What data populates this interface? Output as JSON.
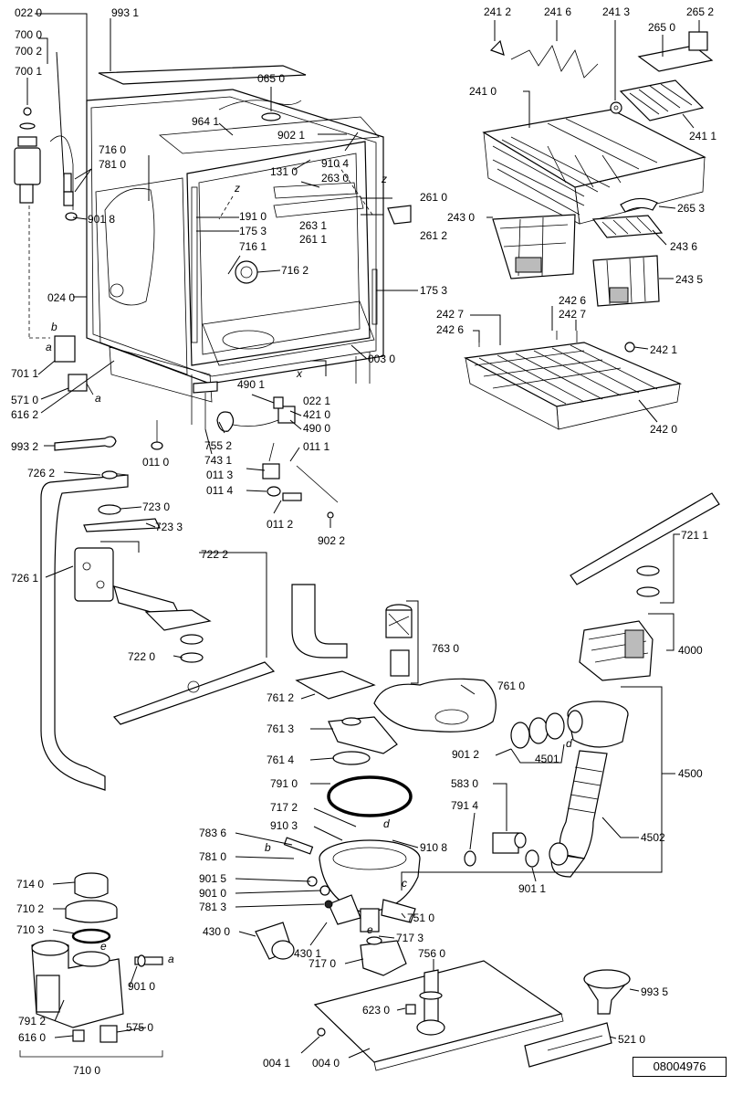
{
  "drawing_code": "08004976",
  "callouts": [
    "022 0",
    "993 1",
    "700 0",
    "700 2",
    "700 1",
    "065 0",
    "964 1",
    "902 1",
    "910 4",
    "131 0",
    "263 0",
    "716 0",
    "781 0",
    "191 0",
    "175 3",
    "901 8",
    "716 1",
    "716 2",
    "263 1",
    "261 1",
    "261 0",
    "261 2",
    "024 0",
    "175 3",
    "701 1",
    "003 0",
    "022 1",
    "571 0",
    "616 2",
    "490 1",
    "421 0",
    "490 0",
    "755 2",
    "011 1",
    "743 1",
    "011 3",
    "011 0",
    "011 4",
    "011 2",
    "902 2",
    "993 2",
    "241 2",
    "241 6",
    "241 3",
    "265 2",
    "265 0",
    "241 0",
    "241 1",
    "243 0",
    "265 3",
    "243 6",
    "243 5",
    "242 6",
    "242 7",
    "242 7",
    "242 6",
    "242 1",
    "242 0",
    "726 2",
    "723 0",
    "723 3",
    "722 2",
    "726 1",
    "722 0",
    "721 1",
    "763 0",
    "761 0",
    "761 2",
    "761 3",
    "761 4",
    "4000",
    "4500",
    "4501",
    "4502",
    "901 2",
    "791 0",
    "717 2",
    "583 0",
    "791 4",
    "783 6",
    "910 3",
    "910 8",
    "781 0",
    "901 5",
    "901 0",
    "781 3",
    "751 0",
    "901 1",
    "430 0",
    "430 1",
    "717 3",
    "717 0",
    "756 0",
    "714 0",
    "710 2",
    "710 3",
    "901 0",
    "791 2",
    "616 0",
    "575 0",
    "710 0",
    "993 5",
    "623 0",
    "521 0",
    "004 1",
    "004 0"
  ],
  "letters": [
    "b",
    "a",
    "a",
    "z",
    "z",
    "x",
    "b",
    "c",
    "d",
    "d",
    "e",
    "e",
    "a"
  ]
}
